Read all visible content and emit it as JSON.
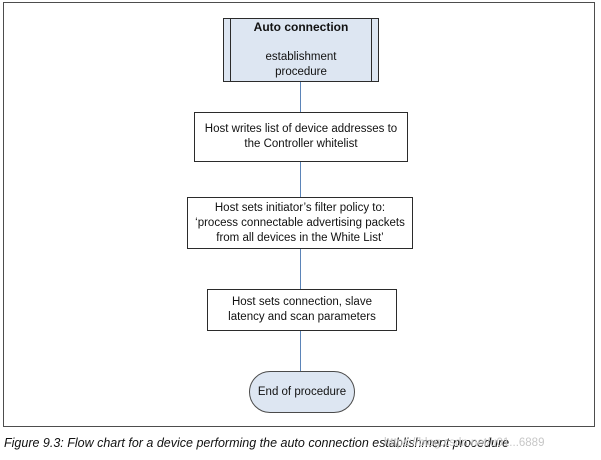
{
  "flowchart": {
    "start": {
      "title": "Auto connection",
      "text": "establishment\nprocedure"
    },
    "steps": [
      {
        "text": "Host writes list of device addresses to\nthe Controller whitelist"
      },
      {
        "text": "Host sets initiator’s filter policy to:\n‘process connectable advertising packets\nfrom all devices in the White List’"
      },
      {
        "text": "Host sets connection, slave\nlatency and scan parameters"
      }
    ],
    "end": {
      "text": "End of procedure"
    }
  },
  "caption": "Figure 9.3:  Flow chart for a device performing the auto connection establishment procedure",
  "watermark": "https://blog.csdn.net/u01...6889",
  "colors": {
    "start_fill": "#dde6f2",
    "connector": "#5b84b8",
    "border": "#2b2b2b"
  }
}
